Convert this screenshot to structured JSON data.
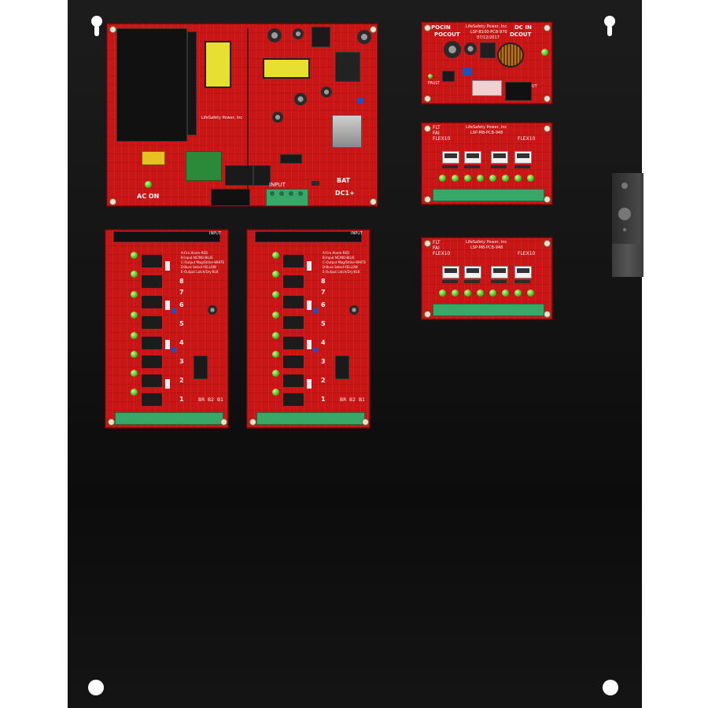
{
  "psu_board": {
    "brand": "LifeSafety Power, Inc",
    "ac_label": "AC ON",
    "dc_label": "DC1+",
    "batt_label": "BAT",
    "input_label": "INPUT",
    "acon_label": "ACON"
  },
  "b100_board": {
    "brand": "LifeSafety Power, Inc",
    "model": "LSP-B100-PCB-970",
    "date": "07/12/2017",
    "pocin_label": "POCIN",
    "pocout_label": "POCOUT",
    "dcin_label": "DC IN",
    "dcout_label": "DCOUT",
    "fault_label": "FAULT",
    "out_label": "OUT"
  },
  "flex_boards": [
    {
      "brand": "LifeSafety Power, Inc",
      "model": "LSP-M8-PCB-948",
      "label_left": "FLT",
      "label_left2": "FAI",
      "label_right": "FLEX10",
      "label_mid": "FLEX10"
    },
    {
      "brand": "LifeSafety Power, Inc",
      "model": "LSP-M8-PCB-948",
      "label_left": "FLT",
      "label_left2": "FAI",
      "label_right": "FLEX10",
      "label_mid": "FLEX10"
    }
  ],
  "relay_boards": [
    {
      "input_label": "INPUT",
      "legend": [
        "A-Fire Alarm-RED",
        "B-Input NC/NO-BLUE",
        "C-Output Mag/Strike-WHITE",
        "D-Buss Select-YELLOW",
        "E-Output Latch/Dry-BLK"
      ],
      "channels": [
        "8",
        "7",
        "6",
        "5",
        "4",
        "3",
        "2",
        "1"
      ],
      "bottom_labels": [
        "BR",
        "B2",
        "B1"
      ]
    },
    {
      "input_label": "INPUT",
      "legend": [
        "A-Fire Alarm-RED",
        "B-Input NC/NO-BLUE",
        "C-Output Mag/Strike-WHITE",
        "D-Buss Select-YELLOW",
        "E-Output Latch/Dry-BLK"
      ],
      "channels": [
        "8",
        "7",
        "6",
        "5",
        "4",
        "3",
        "2",
        "1"
      ],
      "bottom_labels": [
        "BR",
        "B2",
        "B1"
      ]
    }
  ],
  "colors": {
    "pcb_red": "#c81616",
    "terminal_green": "#38a868",
    "led_green": "#3fbf1f",
    "backplate": "#141414"
  }
}
